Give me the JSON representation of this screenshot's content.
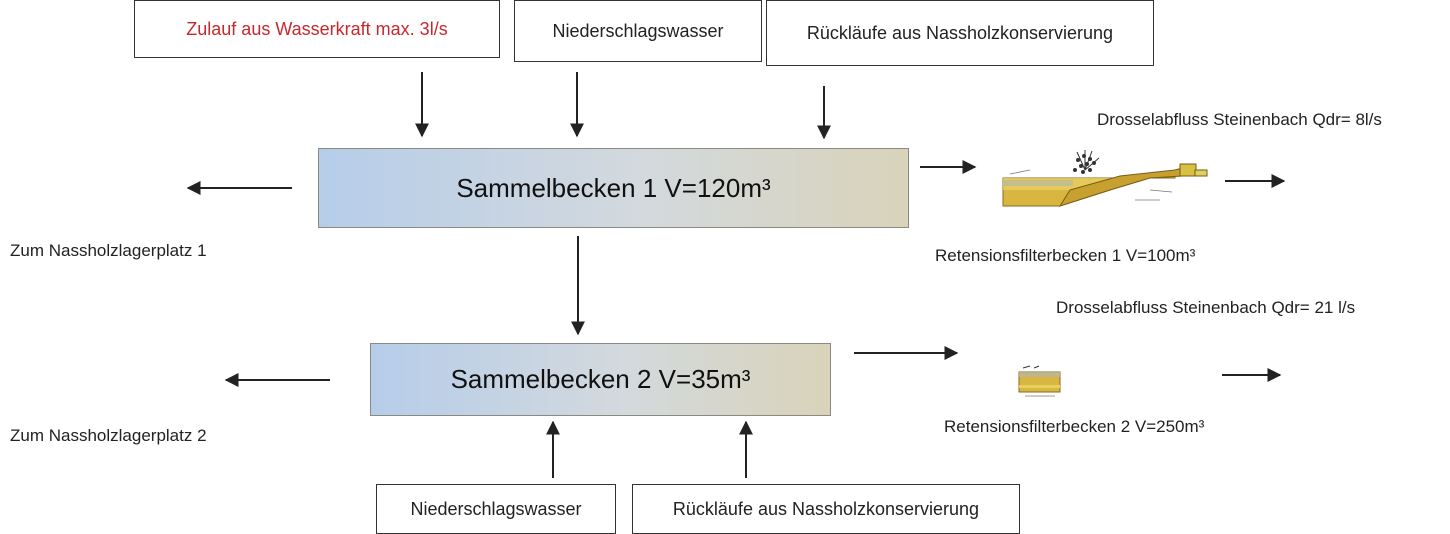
{
  "inputs_top": {
    "hydro": "Zulauf aus Wasserkraft max. 3l/s",
    "rain": "Niederschlagswasser",
    "returns": "Rückläufe aus Nassholzkonservierung"
  },
  "inputs_bottom": {
    "rain": "Niederschlagswasser",
    "returns": "Rückläufe aus Nassholzkonservierung"
  },
  "basins": {
    "basin1": "Sammelbecken 1 V=120m³",
    "basin2": "Sammelbecken 2 V=35m³"
  },
  "outputs": {
    "storage1": "Zum Nassholzlagerplatz 1",
    "storage2": "Zum Nassholzlagerplatz 2",
    "filter1": "Retensionsfilterbecken 1 V=100m³",
    "filter2": "Retensionsfilterbecken 2 V=250m³",
    "throttle1": "Drosselabfluss Steinenbach Qdr= 8l/s",
    "throttle2": "Drosselabfluss Steinenbach Qdr= 21 l/s"
  },
  "colors": {
    "hydro_text": "#c8282d",
    "basin_left": "#b6cdea",
    "basin_right": "#d9d3ba"
  }
}
